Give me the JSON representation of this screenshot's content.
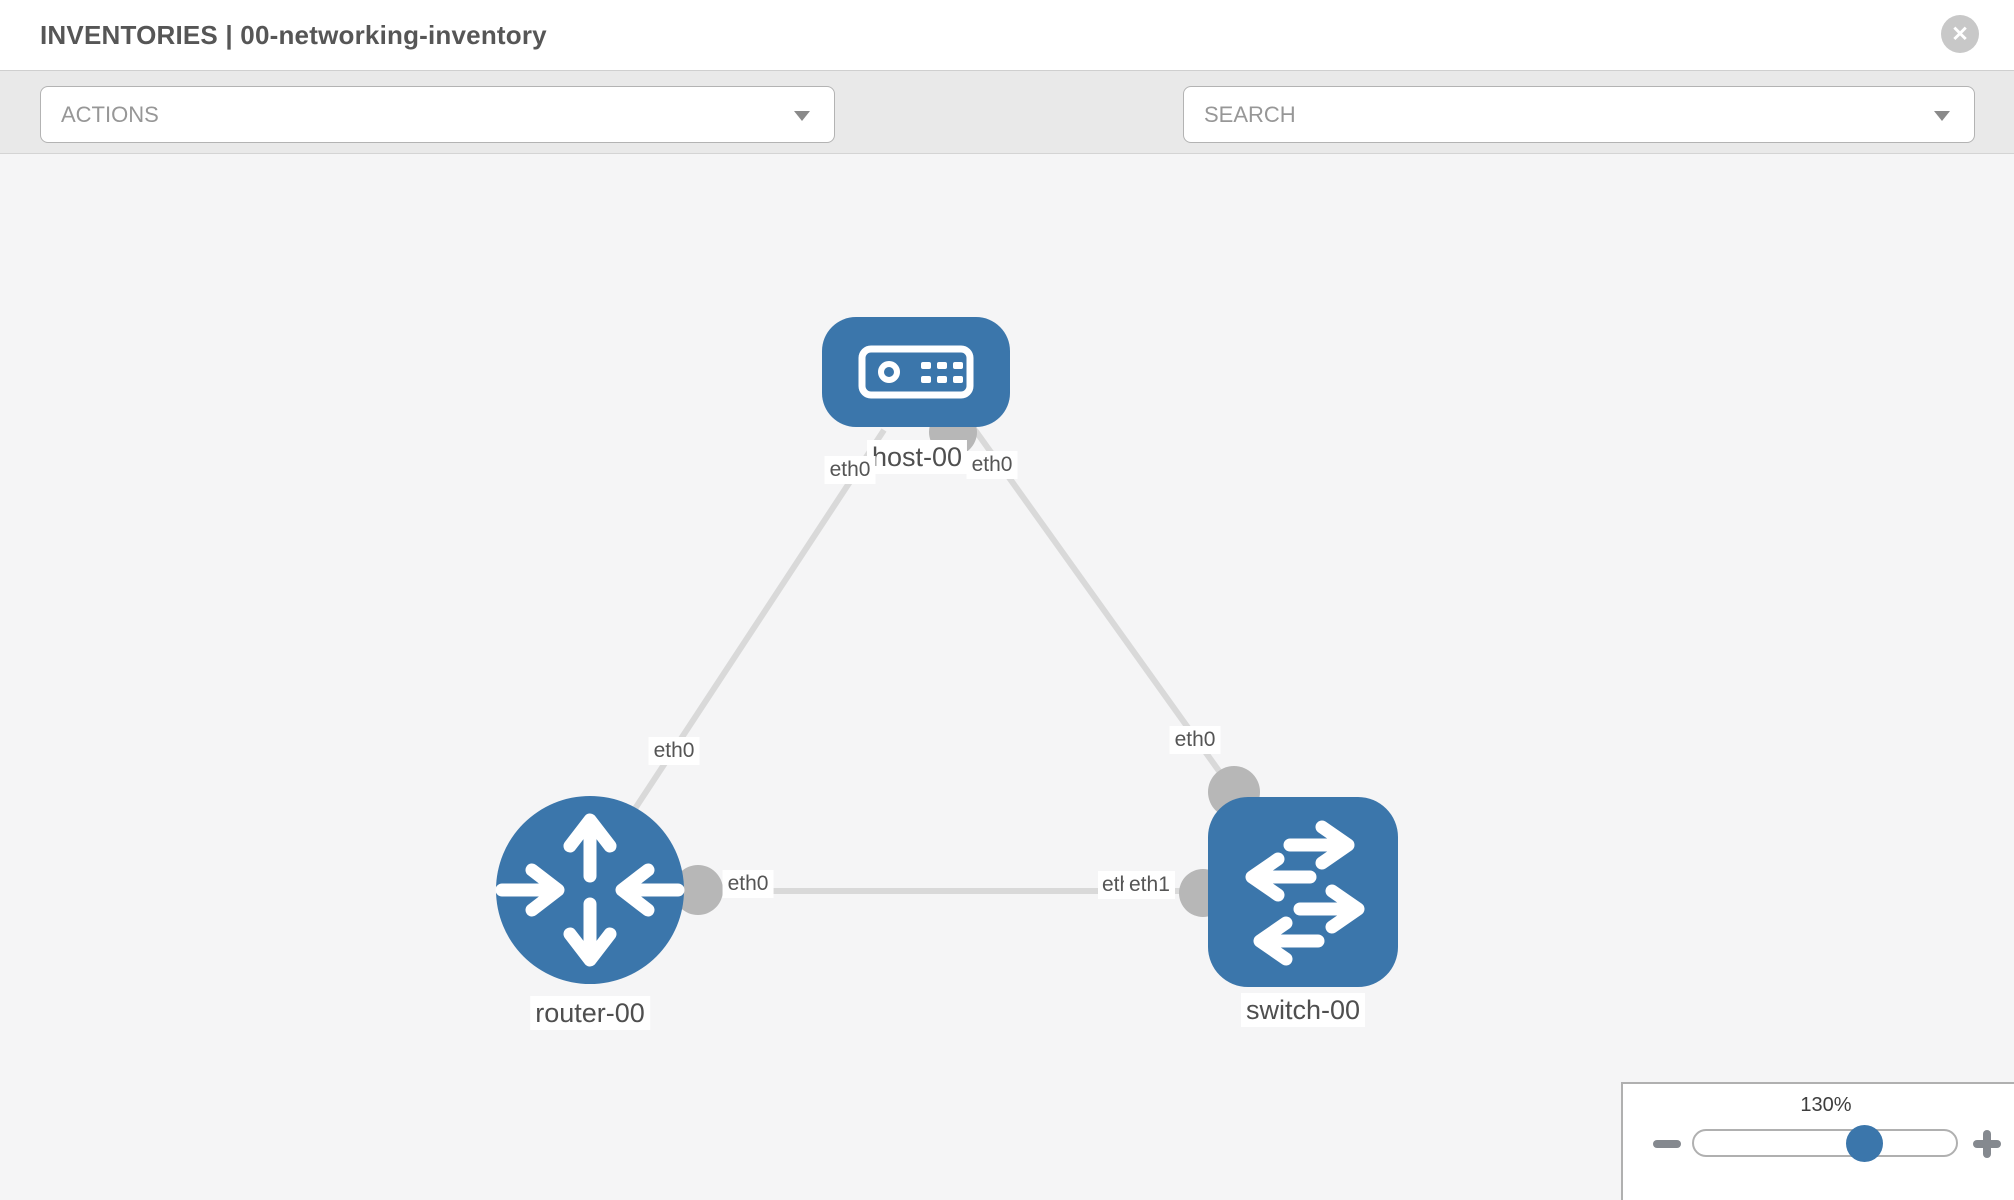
{
  "header": {
    "title": "INVENTORIES | 00-networking-inventory",
    "close_glyph": "✕"
  },
  "toolbar": {
    "actions_label": "ACTIONS",
    "search_placeholder": "SEARCH",
    "icons": [
      "wrench-icon",
      "key-icon"
    ]
  },
  "topology": {
    "nodes": [
      {
        "id": "host-00",
        "label": "host-00",
        "type": "host",
        "icon": "server-icon"
      },
      {
        "id": "router-00",
        "label": "router-00",
        "type": "router",
        "icon": "router-arrows-icon"
      },
      {
        "id": "switch-00",
        "label": "switch-00",
        "type": "switch",
        "icon": "switch-arrows-icon"
      }
    ],
    "links": [
      {
        "from": "host-00",
        "to": "router-00",
        "from_label": "eth0",
        "to_label": "eth0"
      },
      {
        "from": "host-00",
        "to": "switch-00",
        "from_label": "eth0",
        "to_label": "eth0"
      },
      {
        "from": "router-00",
        "to": "switch-00",
        "from_label": "eth0",
        "to_label": "eth1",
        "to_label_overlap": "eth1"
      }
    ]
  },
  "zoom_control": {
    "value": "130%",
    "percent": 130
  },
  "colors": {
    "node_blue": "#3b76ab",
    "edge_gray": "#d9d9d9",
    "interface_gray": "#b7b7b7",
    "canvas_bg": "#f5f5f6",
    "toolbar_bg": "#e9e9e9"
  }
}
